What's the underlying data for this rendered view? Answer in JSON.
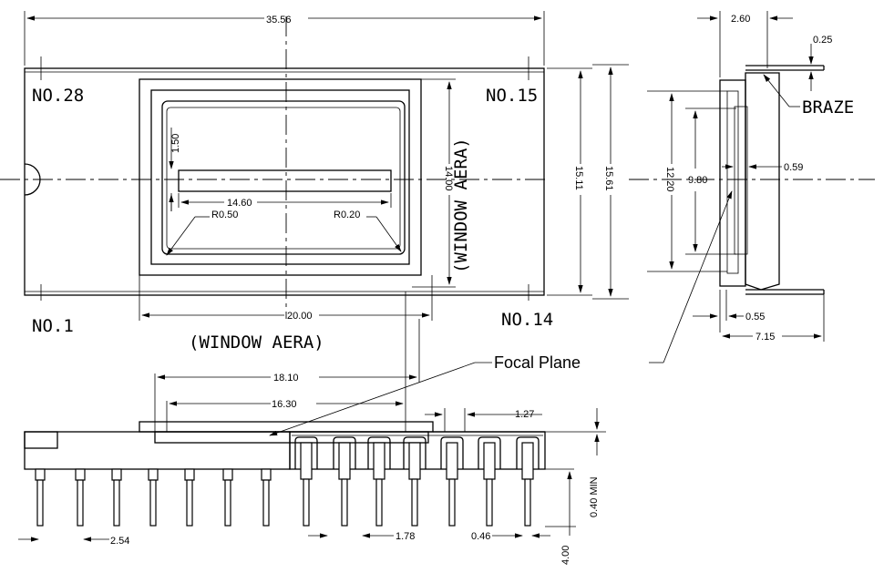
{
  "pins": {
    "no28": "NO.28",
    "no15": "NO.15",
    "no1": "NO.1",
    "no14": "NO.14"
  },
  "labels": {
    "window_bottom": "(WINDOW AERA)",
    "window_side": "(WINDOW AERA)",
    "braze": "BRAZE",
    "focal_plane": "Focal Plane"
  },
  "dims": {
    "d3556": "35.56",
    "d150": "1.50",
    "d1460": "14.60",
    "r050": "R0.50",
    "r020": "R0.20",
    "d1400": "14.00",
    "d1511": "15.11",
    "d1561": "15.61",
    "d2000": "20.00",
    "d260": "2.60",
    "d025": "0.25",
    "d1220": "12.20",
    "d980": "9.80",
    "d059": "0.59",
    "d055": "0.55",
    "d715": "7.15",
    "d1810": "18.10",
    "d1630": "16.30",
    "d127": "1.27",
    "d254": "2.54",
    "d178": "1.78",
    "d046": "0.46",
    "d040": "0.40 MIN",
    "d400": "4.00"
  },
  "colors": {
    "line": "#000000",
    "background": "#ffffff"
  }
}
